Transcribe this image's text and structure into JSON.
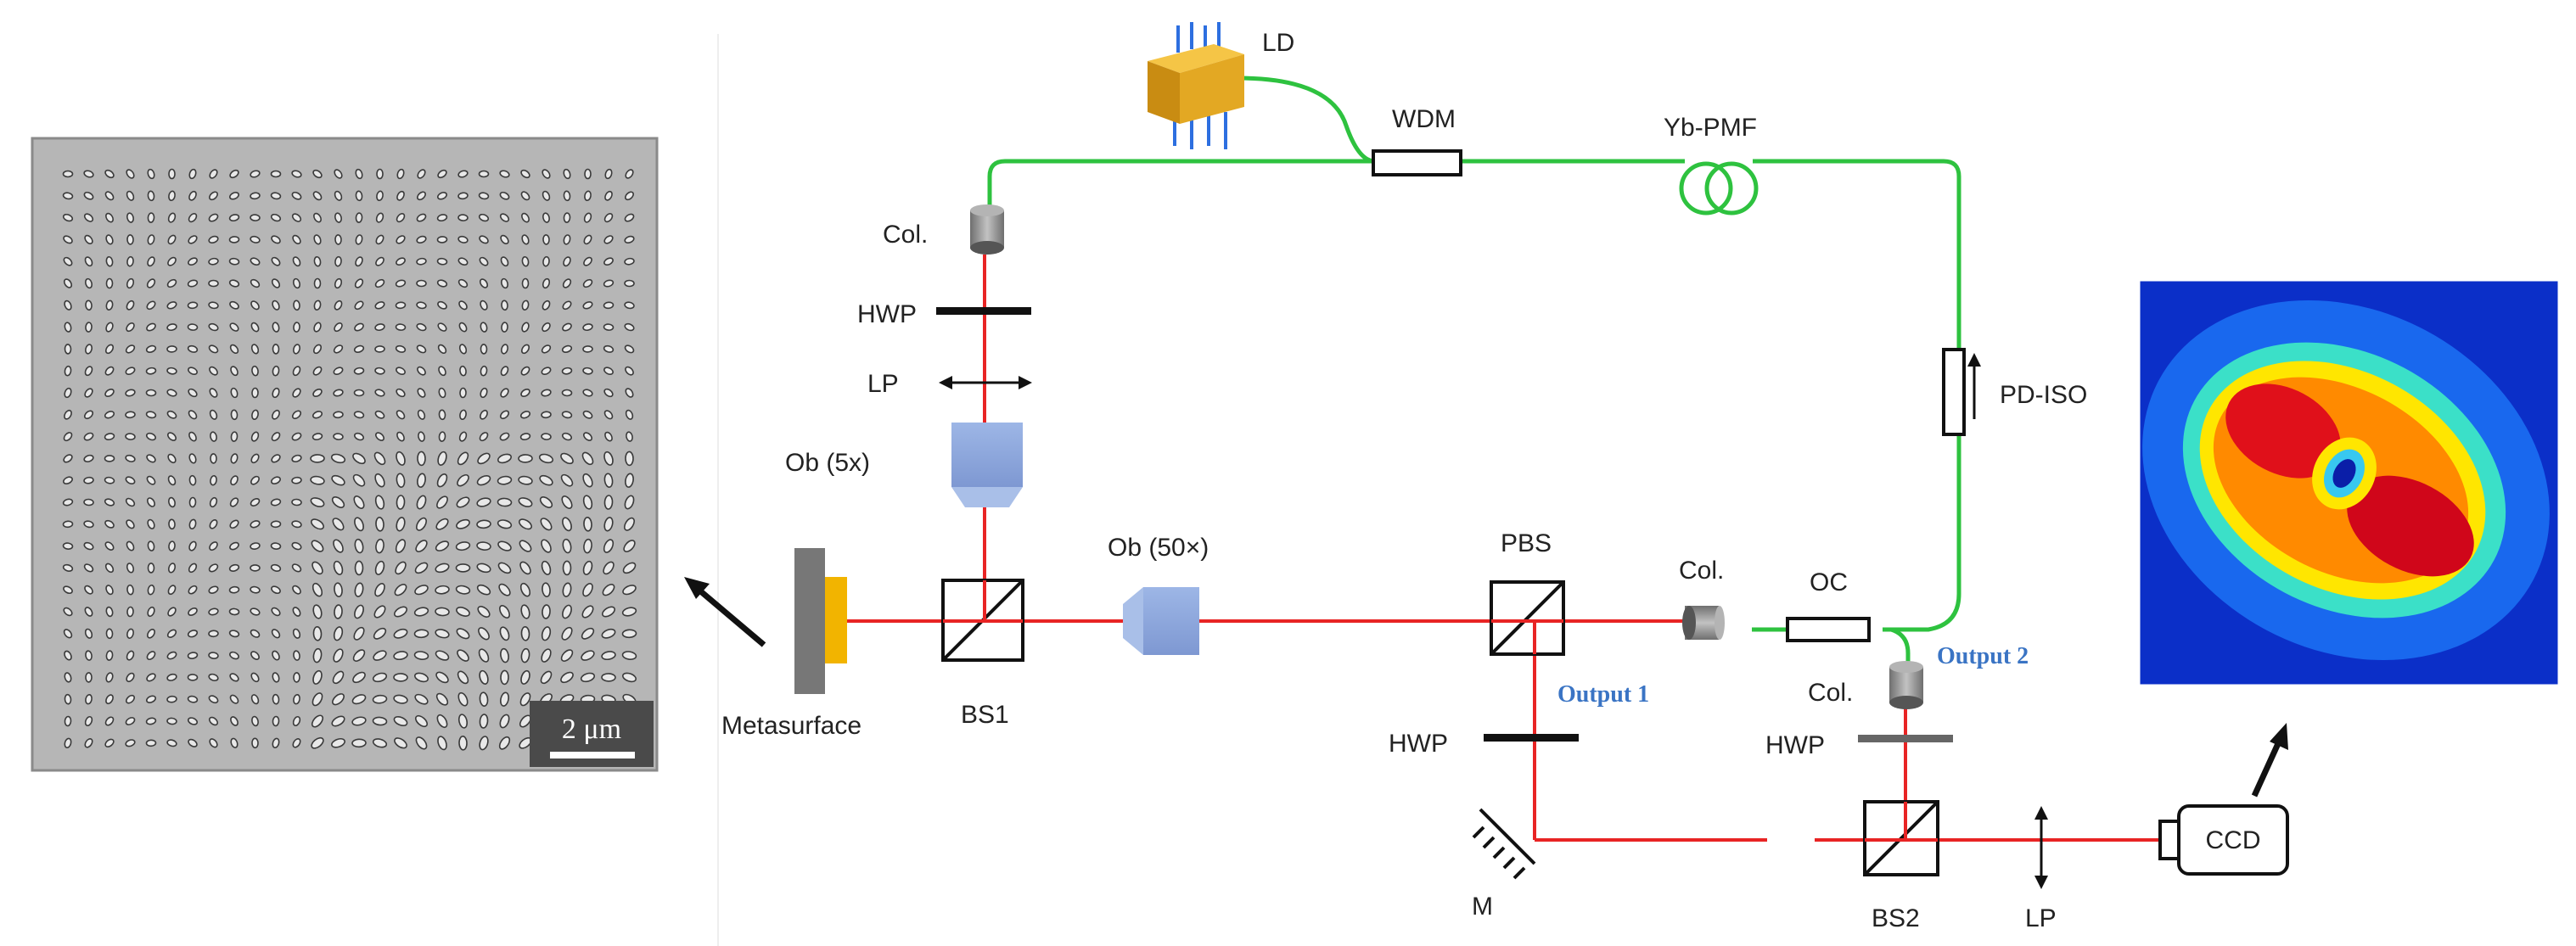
{
  "colors": {
    "fiber": "#2ec23f",
    "beam": "#e82424",
    "output_label": "#3a74c4",
    "metasurface_gold": "#f2b400",
    "ld_gold": "#e3a823",
    "objective_blue": "#8fa9dc",
    "sem_bg": "#b6b6b6"
  },
  "labels": {
    "ld": "LD",
    "wdm": "WDM",
    "yb_pmf": "Yb-PMF",
    "pd_iso": "PD-ISO",
    "col_top": "Col.",
    "hwp_top": "HWP",
    "lp_top": "LP",
    "ob5": "Ob (5x)",
    "ob50": "Ob (50×)",
    "metasurface": "Metasurface",
    "bs1": "BS1",
    "pbs": "PBS",
    "col_mid": "Col.",
    "oc": "OC",
    "output1": "Output 1",
    "output2": "Output 2",
    "col_right": "Col.",
    "hwp_left": "HWP",
    "hwp_right": "HWP",
    "m": "M",
    "bs2": "BS2",
    "lp_bottom": "LP",
    "ccd": "CCD",
    "scale_bar": "2 μm"
  },
  "icons": {
    "ld": "laser-diode-icon",
    "wdm": "wdm-icon",
    "fiber_coil": "fiber-coil-icon",
    "isolator": "isolator-icon",
    "collimator": "collimator-icon",
    "waveplate": "waveplate-icon",
    "polarizer": "polarizer-icon",
    "objective": "objective-icon",
    "beam_splitter": "beam-splitter-icon",
    "mirror": "mirror-icon",
    "camera": "ccd-camera-icon",
    "metasurface": "metasurface-icon"
  }
}
